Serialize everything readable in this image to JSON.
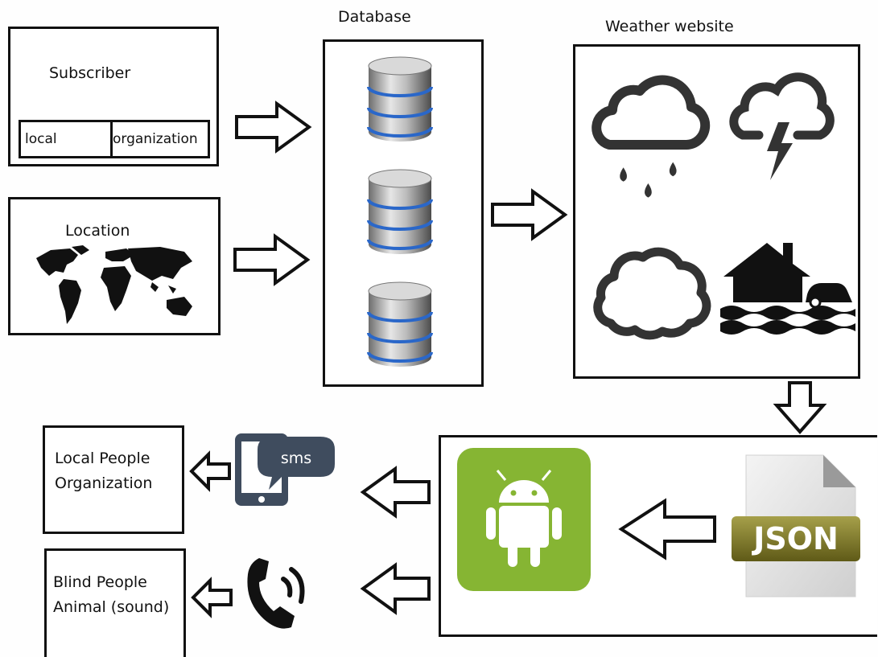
{
  "subscriber": {
    "title": "Subscriber",
    "options": [
      "local",
      "organization"
    ]
  },
  "location": {
    "title": "Location",
    "icon": "world-map-icon"
  },
  "database": {
    "title": "Database",
    "icon": "database-cylinder-icon"
  },
  "weather": {
    "title": "Weather website",
    "icons": [
      "rain-cloud-icon",
      "storm-cloud-icon",
      "cloud-icon",
      "flood-icon"
    ]
  },
  "json_file": {
    "label": "JSON",
    "icon": "json-file-icon"
  },
  "android": {
    "icon": "android-icon",
    "color": "#86b533"
  },
  "sms": {
    "label": "sms",
    "icon": "sms-phone-icon"
  },
  "phone": {
    "icon": "phone-call-icon"
  },
  "outputs": {
    "local": [
      "Local People",
      "Organization"
    ],
    "blind": [
      "Blind People",
      "Animal (sound)"
    ]
  }
}
